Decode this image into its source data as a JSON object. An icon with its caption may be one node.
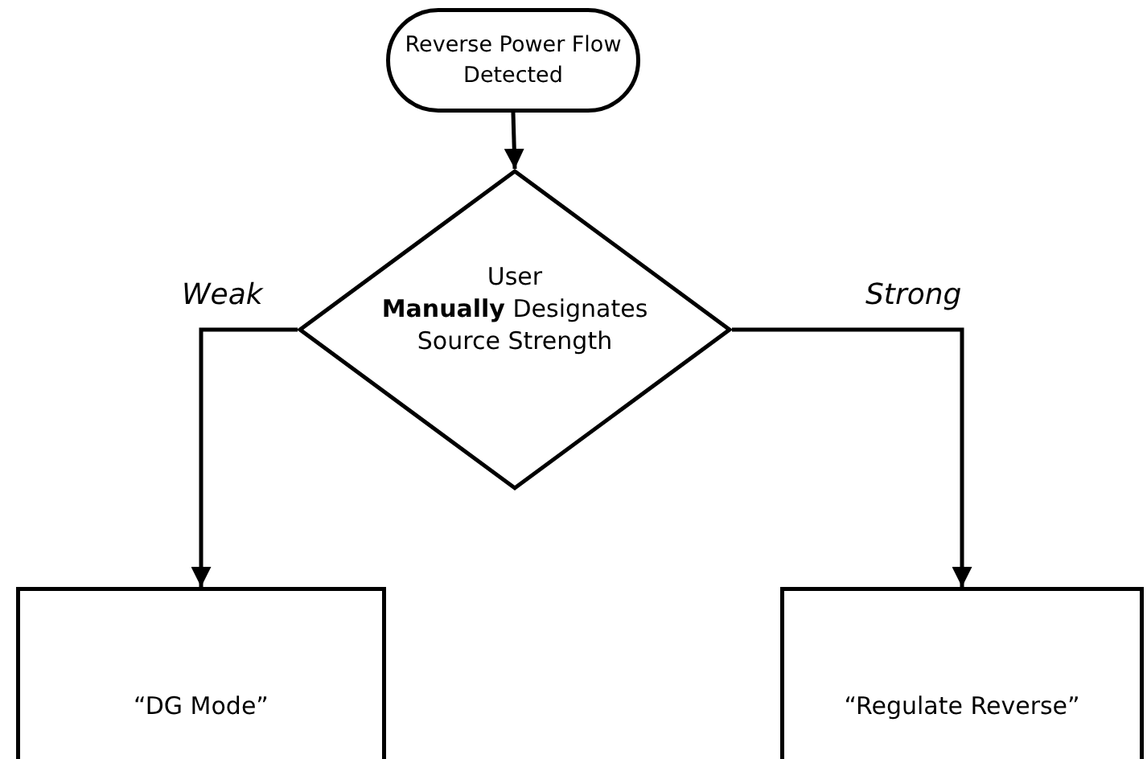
{
  "diagram": {
    "nodes": [
      {
        "text": [
          "Reverse Power Flow Detected"
        ]
      },
      {
        "text": [
          "User",
          "**Manually** Designates",
          "Source Strength"
        ]
      },
      {
        "text": [
          "“DG Mode”"
        ]
      },
      {
        "text": [
          "“Regulate Reverse”"
        ]
      }
    ],
    "edges": [
      {
        "from": 0,
        "to": 1,
        "arrow": "to"
      },
      {
        "from": 1,
        "to": 2,
        "arrow": "to",
        "label": "Weak"
      },
      {
        "from": 1,
        "to": 3,
        "arrow": "to",
        "label": "Strong"
      }
    ]
  }
}
